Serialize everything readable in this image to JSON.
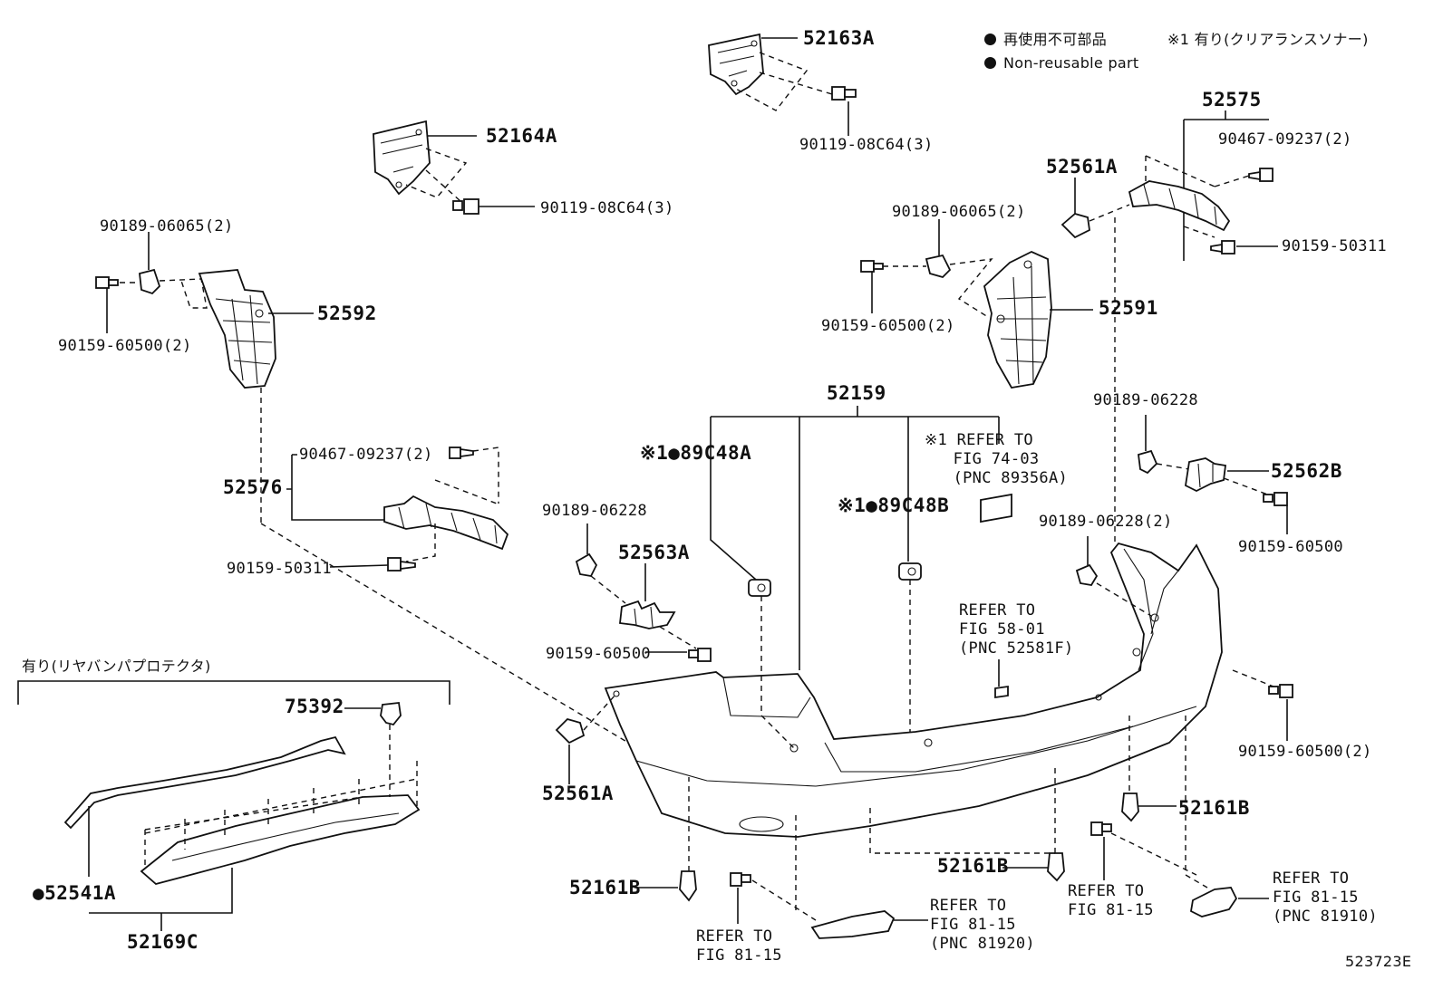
{
  "legend": {
    "non_reusable_jp": "再使用不可部品",
    "non_reusable_en": "Non-reusable part",
    "note1": "※1 有り(クリアランスソナー)"
  },
  "protector_note": "有り(リヤバンパプロテクタ)",
  "figure_code": "523723E",
  "labels": {
    "p52163A": "52163A",
    "p90119_top": "90119-08C64(3)",
    "p52164A": "52164A",
    "p90119_mid": "90119-08C64(3)",
    "p52575": "52575",
    "p90467_r": "90467-09237(2)",
    "p52561A_top": "52561A",
    "p90159_50311_r": "90159-50311",
    "p90189_06065_l": "90189-06065(2)",
    "p90159_60500_l": "90159-60500(2)",
    "p52592": "52592",
    "p90189_06065_r": "90189-06065(2)",
    "p90159_60500_r": "90159-60500(2)",
    "p52591": "52591",
    "p52159": "52159",
    "p90189_06228_r": "90189-06228",
    "p52562B": "52562B",
    "p90159_60500_r2": "90159-60500",
    "p89C48A": "※1●89C48A",
    "p89C48B": "※1●89C48B",
    "refer_74": "※1 REFER TO\n   FIG 74-03\n   (PNC 89356A)",
    "p52576": "52576",
    "p90467_l": "90467-09237(2)",
    "p90159_50311_l": "90159-50311",
    "p90189_06228_c": "90189-06228",
    "p52563A": "52563A",
    "p90159_60500_c": "90159-60500",
    "p90189_06228_2": "90189-06228(2)",
    "refer_58": "REFER TO\nFIG 58-01\n(PNC 52581F)",
    "p75392": "75392",
    "p52561A_bot": "52561A",
    "p90159_60500_br": "90159-60500(2)",
    "p52541A": "●52541A",
    "p52169C": "52169C",
    "p52161B_l": "52161B",
    "p52161B_c": "52161B",
    "p52161B_r": "52161B",
    "refer_81_l": "REFER TO\nFIG 81-15",
    "refer_81_920": "REFER TO\nFIG 81-15\n(PNC 81920)",
    "refer_81_c": "REFER TO\nFIG 81-15",
    "refer_81_910": "REFER TO\nFIG 81-15\n(PNC 81910)"
  }
}
